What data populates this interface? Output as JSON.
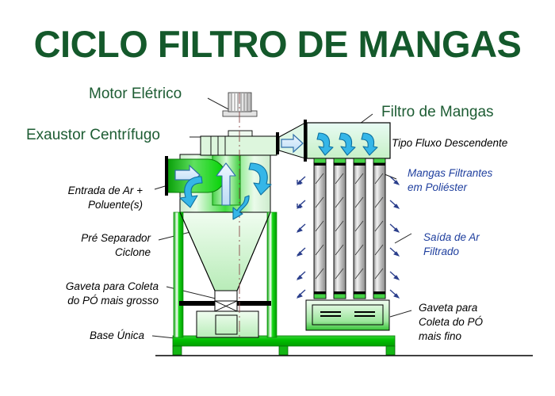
{
  "header": {
    "title": "CICLO FILTRO DE MANGAS",
    "title_color": "#14592b"
  },
  "palette": {
    "green_dark": "#14592b",
    "green_label": "#1d5c33",
    "green_bright": "#00c400",
    "green_light": "#d9f5d9",
    "arrow_cyan": "#29abe2",
    "arrow_pale": "#cfe7f7",
    "arrow_navy": "#2b3f8c",
    "bag_grey": "#b8b8b8",
    "outline": "#000000"
  },
  "labels": {
    "motor": "Motor Elétrico",
    "exhaustor": "Exaustor Centrífugo",
    "filter": "Filtro de Mangas",
    "air_inlet_line1": "Entrada de Ar +",
    "air_inlet_line2": "Poluente(s)",
    "pre_separator_line1": "Pré Separador",
    "pre_separator_line2": "Ciclone",
    "coarse_drawer_line1": "Gaveta para Coleta",
    "coarse_drawer_line2": "do PÓ mais grosso",
    "base": "Base Única",
    "flow_type": "Tipo Fluxo Descendente",
    "bags_line1": "Mangas Filtrantes",
    "bags_line2": "em Poliéster",
    "clean_air_line1": "Saída  de Ar",
    "clean_air_line2": "Filtrado",
    "fine_drawer_line1": "Gaveta para",
    "fine_drawer_line2": "Coleta do PÓ",
    "fine_drawer_line3": "mais fino"
  },
  "components": {
    "motor": "electric-motor",
    "fan": "centrifugal-exhaust-fan",
    "inlet_duct": "polluted-air-inlet-duct",
    "cyclone": "cyclone-pre-separator",
    "coarse_drawer": "coarse-dust-drawer",
    "transition_duct": "transition-duct",
    "baghouse": "bag-filter-housing",
    "bags_count": 4,
    "fine_drawer": "fine-dust-drawer",
    "base_frame": "single-base-frame"
  },
  "flow_arrows": {
    "inlet": "right-arrow-into-fan",
    "fan_up": "up-arrow-in-fan-body",
    "to_filter": "right-arrow-to-baghouse",
    "cyclone_swirl": "curved-swirl-arrows",
    "downflow": "down-curved-arrows-in-plenum",
    "clean_air_out": "small-diagonal-arrows-outward"
  }
}
